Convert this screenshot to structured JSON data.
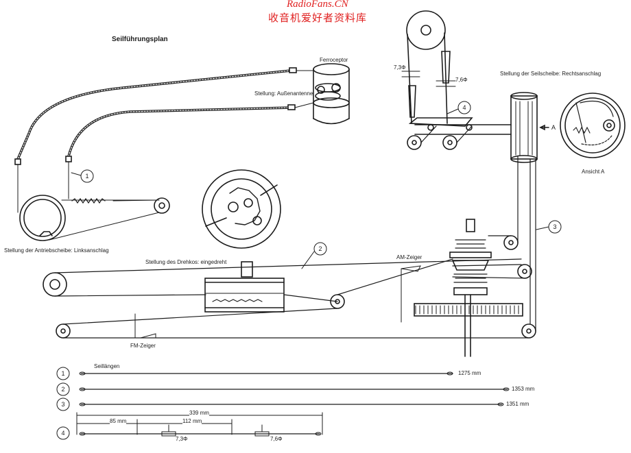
{
  "watermark": {
    "site": "RadioFans.CN",
    "subtitle": "收音机爱好者资料库"
  },
  "title": "Seilführungsplan",
  "labels": {
    "ferroceptor": "Ferroceptor",
    "aussenantenne": "Stellung: Außenantenne",
    "antriebsscheibe": "Stellung der Antriebscheibe: Linksanschlag",
    "drehkos": "Stellung des Drehkos: eingedreht",
    "seilscheibe": "Stellung der Seilscheibe: Rechtsanschlag",
    "ansicht": "Ansicht A",
    "arrow_a": "A",
    "am_zeiger": "AM-Zeiger",
    "fm_zeiger": "FM-Zeiger",
    "dim_73": "7,3",
    "dim_76": "7,6",
    "phi": "Φ"
  },
  "callouts": [
    "1",
    "2",
    "3",
    "4"
  ],
  "seillaengen": {
    "heading": "Seillängen",
    "rows": [
      {
        "num": "1",
        "length": "1275 mm"
      },
      {
        "num": "2",
        "length": "1353 mm"
      },
      {
        "num": "3",
        "length": "1351 mm"
      }
    ],
    "row4": {
      "num": "4",
      "total": "339 mm",
      "seg_a": "85 mm",
      "seg_b": "112 mm",
      "d1": "7,3",
      "d2": "7,6",
      "phi": "Φ"
    }
  },
  "colors": {
    "ink": "#1b1b1b",
    "watermark": "#e02020",
    "paper": "#ffffff"
  }
}
